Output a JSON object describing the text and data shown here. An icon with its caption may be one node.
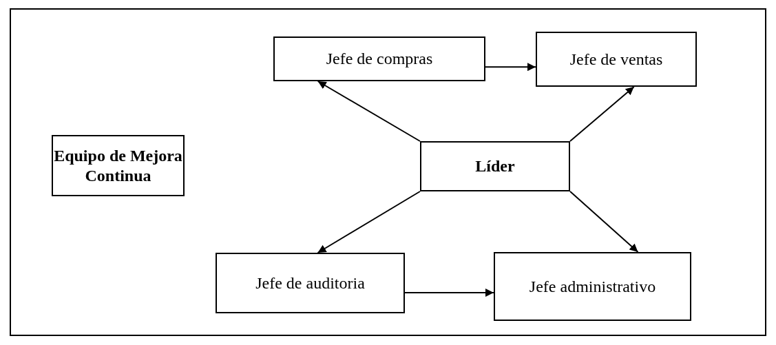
{
  "diagram": {
    "nodes": [
      {
        "text": [
          "Jefe de compras"
        ]
      },
      {
        "text": [
          "Jefe de ventas"
        ]
      },
      {
        "text": [
          "Equipo de Mejora Continua"
        ]
      },
      {
        "text": [
          "Líder"
        ]
      },
      {
        "text": [
          "Jefe de auditoria"
        ]
      },
      {
        "text": [
          "Jefe administrativo"
        ]
      }
    ],
    "edges": [
      {
        "from": 0,
        "to": 1,
        "arrow": "to"
      },
      {
        "from": 3,
        "to": 0,
        "arrow": "to"
      },
      {
        "from": 3,
        "to": 1,
        "arrow": "to"
      },
      {
        "from": 3,
        "to": 4,
        "arrow": "to"
      },
      {
        "from": 3,
        "to": 5,
        "arrow": "to"
      },
      {
        "from": 4,
        "to": 5,
        "arrow": "to"
      }
    ]
  }
}
